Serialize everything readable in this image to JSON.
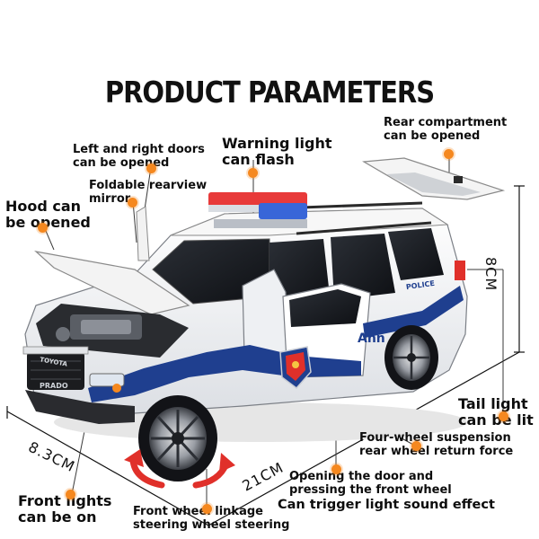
{
  "title": "PRODUCT PARAMETERS",
  "features": {
    "rear_compartment": "Rear compartment\ncan be opened",
    "doors": "Left and right doors\ncan be opened",
    "warning_light": "Warning light\ncan flash",
    "mirror": "Foldable rearview\nmirror",
    "hood": "Hood can\nbe opened",
    "tail_light": "Tail light\ncan be lit",
    "suspension": "Four-wheel suspension\nrear wheel return force",
    "front_lights": "Front lights\ncan be on",
    "steering": "Front wheel linkage\nsteering wheel steering",
    "door_press": "Opening the door and\npressing the front wheel",
    "sound": "Can trigger light sound effect"
  },
  "dimensions": {
    "height": "8CM",
    "width": "8.3CM",
    "length": "21CM"
  },
  "car_text": {
    "brand": "TOYOTA",
    "model": "PRADO",
    "police": "POLICE",
    "side": "Ann"
  },
  "colors": {
    "accent_dot": "#f5881f",
    "police_blue": "#1f3f8f",
    "arrow_red": "#e0302a"
  }
}
